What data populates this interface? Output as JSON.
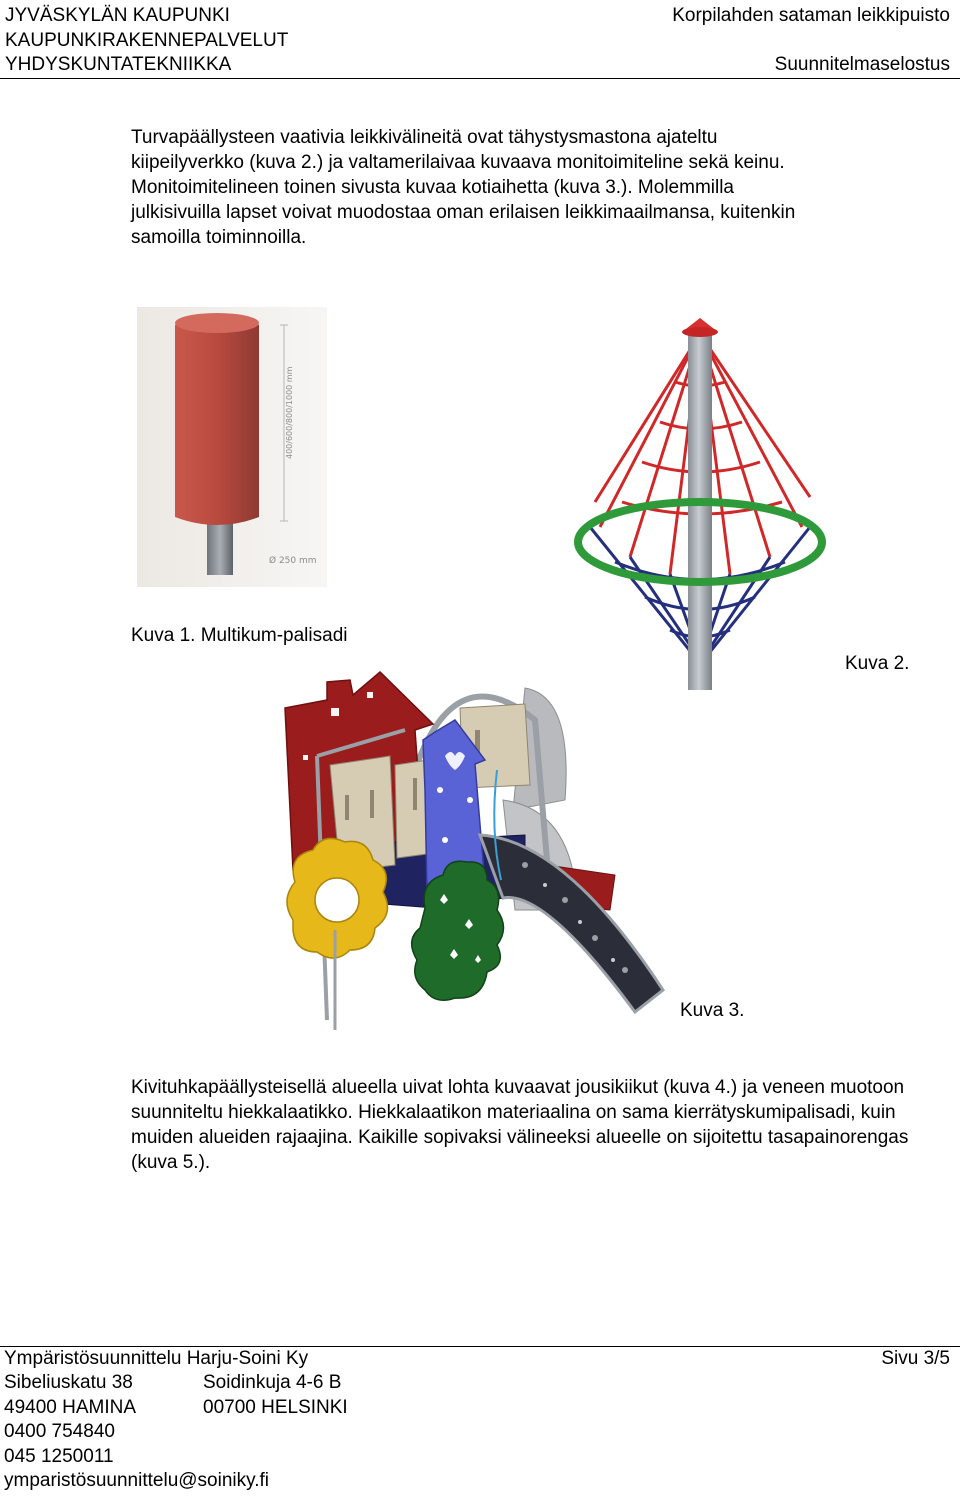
{
  "header": {
    "org_line1": "JYVÄSKYLÄN KAUPUNKI",
    "org_line2": "KAUPUNKIRAKENNEPALVELUT",
    "org_line3": "YHDYSKUNTATEKNIIKKA",
    "project_title": "Korpilahden sataman leikkipuisto",
    "doc_type": "Suunnitelmaselostus"
  },
  "intro_paragraph": "Turvapäällysteen vaativia leikkivälineitä ovat tähystysmastona ajateltu kiipeilyverkko (kuva 2.) ja valtamerilaivaa kuvaava monitoimiteline sekä keinu. Monitoimitelineen toinen sivusta kuvaa kotiaihetta (kuva 3.). Molemmilla julkisivuilla lapset voivat muodostaa oman erilaisen leikkimaailmansa, kuitenkin samoilla toiminnoilla.",
  "figures": {
    "fig1": {
      "caption": "Kuva 1. Multikum-palisadi",
      "height_label": "400/600/800/1000 mm",
      "diameter_label": "Ø 250 mm"
    },
    "fig2": {
      "caption": "Kuva 2."
    },
    "fig3": {
      "caption": "Kuva 3."
    }
  },
  "second_paragraph": "Kivituhkapäällysteisellä alueella uivat lohta kuvaavat jousikiikut (kuva 4.) ja veneen muotoon suunniteltu hiekkalaatikko. Hiekkalaatikon materiaalina on sama kierrätyskumipalisadi, kuin muiden alueiden rajaajina. Kaikille sopivaksi välineeksi alueelle on sijoitettu tasapainorengas (kuva 5.).",
  "footer": {
    "company": "Ympäristösuunnittelu Harju-Soini Ky",
    "page": "Sivu 3/5",
    "address1_street": "Sibeliuskatu 38",
    "address2_street": "Soidinkuja 4-6 B",
    "address1_city": "49400  HAMINA",
    "address2_city": "00700  HELSINKI",
    "phone1": "0400 754840",
    "phone2": "045 1250011",
    "email": "ymparistösuunnittelu@soiniky.fi"
  }
}
